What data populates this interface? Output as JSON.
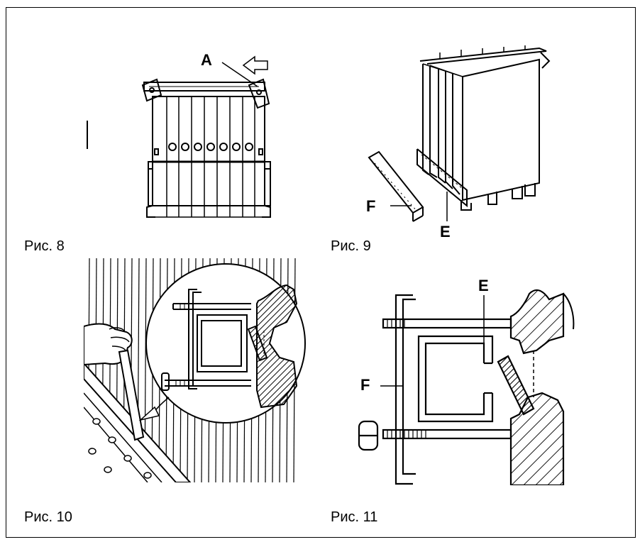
{
  "figures": {
    "fig8": {
      "caption": "Рис. 8",
      "label_a": "A"
    },
    "fig9": {
      "caption": "Рис. 9",
      "label_f": "F",
      "label_e": "E"
    },
    "fig10": {
      "caption": "Рис. 10"
    },
    "fig11": {
      "caption": "Рис. 11",
      "label_e": "E",
      "label_f": "F"
    }
  }
}
